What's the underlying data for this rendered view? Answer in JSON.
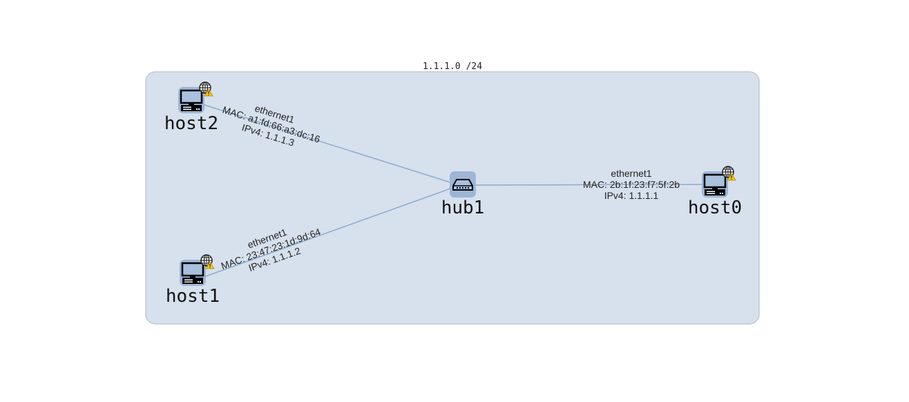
{
  "subnet": {
    "label": "1.1.1.0 /24"
  },
  "nodes": {
    "host0": {
      "name": "host0",
      "icon": "computer-icon",
      "badges": [
        "globe-icon",
        "warning-icon"
      ]
    },
    "host1": {
      "name": "host1",
      "icon": "computer-icon",
      "badges": [
        "globe-icon",
        "warning-icon"
      ]
    },
    "host2": {
      "name": "host2",
      "icon": "computer-icon",
      "badges": [
        "globe-icon",
        "warning-icon"
      ]
    },
    "hub1": {
      "name": "hub1",
      "icon": "hub-icon"
    }
  },
  "links": {
    "host0": {
      "iface": "ethernet1",
      "mac": "MAC: 2b:1f:23:f7:5f:2b",
      "ip": "IPv4: 1.1.1.1"
    },
    "host1": {
      "iface": "ethernet1",
      "mac": "MAC: 23:47:23:1d:9d:64",
      "ip": "IPv4: 1.1.1.2"
    },
    "host2": {
      "iface": "ethernet1",
      "mac": "MAC: a1:fd:66:a3:dc:16",
      "ip": "IPv4: 1.1.1.3"
    }
  },
  "colors": {
    "subnet_fill": "#d6e1ed",
    "subnet_stroke": "#c0c8d2",
    "node_bg": "#9db6d6",
    "edge": "#8fa9cc",
    "warning": "#f5c518"
  }
}
